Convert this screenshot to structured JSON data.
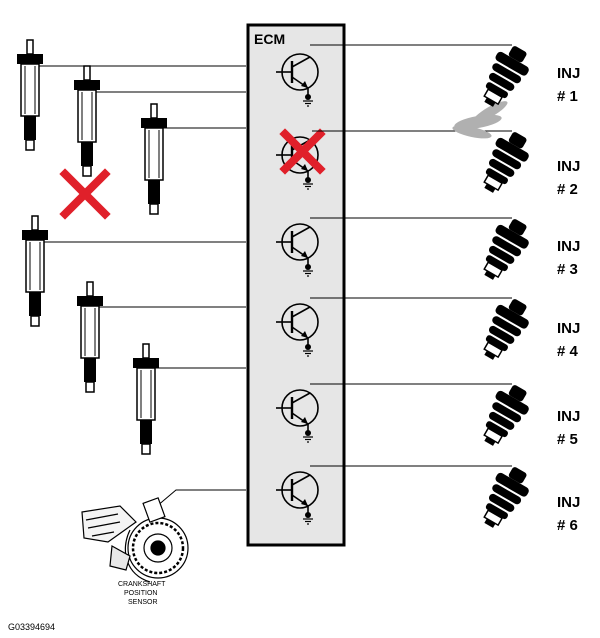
{
  "ecm": {
    "label": "ECM",
    "fill": "#e6e6e6"
  },
  "injectors": [
    {
      "line1": "INJ",
      "line2": "# 1",
      "spraying": true
    },
    {
      "line1": "INJ",
      "line2": "# 2",
      "spraying": false
    },
    {
      "line1": "INJ",
      "line2": "# 3",
      "spraying": false
    },
    {
      "line1": "INJ",
      "line2": "# 4",
      "spraying": false
    },
    {
      "line1": "INJ",
      "line2": "# 5",
      "spraying": false
    },
    {
      "line1": "INJ",
      "line2": "# 6",
      "spraying": false
    }
  ],
  "ignition_coils": {
    "count": 6,
    "failed_index": 2
  },
  "ecm_drivers": {
    "count": 6,
    "failed_index": 2
  },
  "crank_sensor": {
    "line1": "CRANKSHAFT",
    "line2": "POSITION",
    "line3": "SENSOR"
  },
  "figure_id": "G03394694",
  "colors": {
    "fault_x": "#e0202a",
    "line": "#000000",
    "spray": "#b0b0b0"
  }
}
